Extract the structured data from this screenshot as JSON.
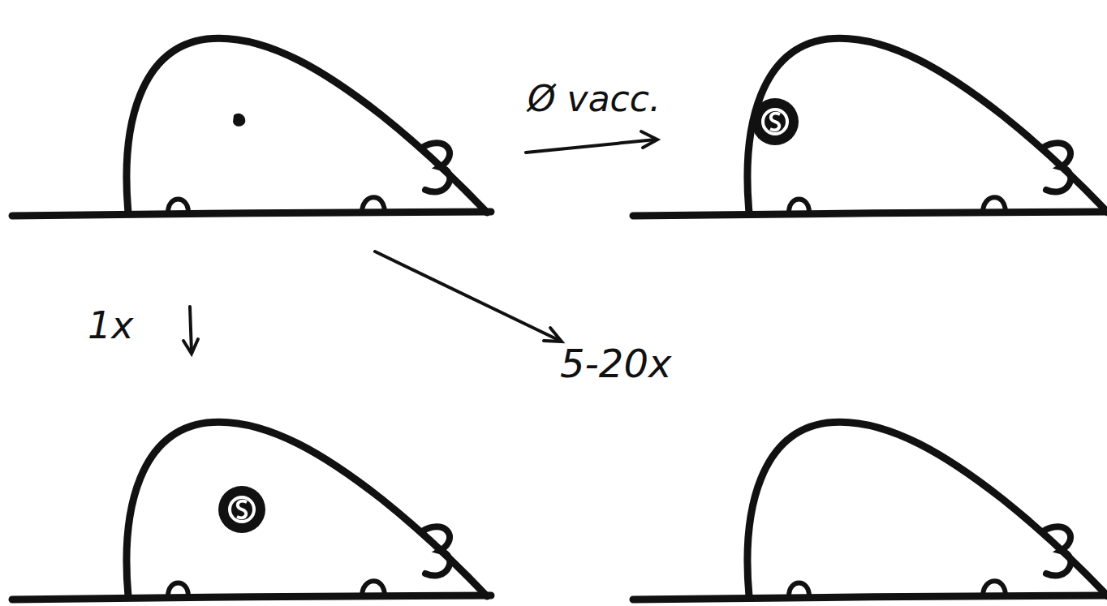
{
  "diagram": {
    "labels": [
      "Ø vacc.",
      "1x",
      "5-20x"
    ]
  }
}
